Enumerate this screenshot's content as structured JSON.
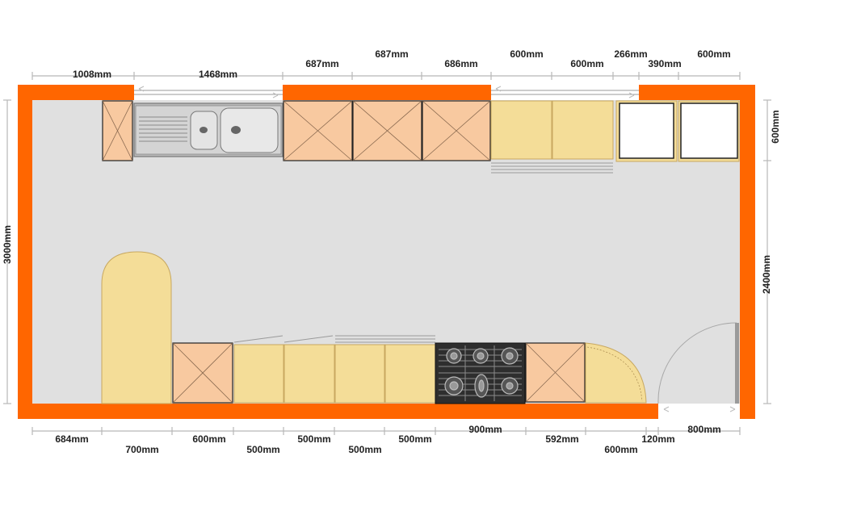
{
  "colors": {
    "wall": "#ff6600",
    "floor": "#e0e0e0",
    "base_cabinet": "#f8c9a0",
    "wall_cabinet": "#f4dd98",
    "appliance_white": "#ffffff",
    "sink_metal": "#c8c8c8",
    "hob": "#333333"
  },
  "dimensions": {
    "top_row_1": [
      "1008mm",
      "1468mm",
      "687mm",
      "686mm",
      "600mm",
      "390mm"
    ],
    "top_row_2": [
      "687mm",
      "600mm",
      "266mm",
      "600mm"
    ],
    "bottom_row_1": [
      "684mm",
      "600mm",
      "500mm",
      "900mm",
      "592mm",
      "120mm",
      "800mm"
    ],
    "bottom_row_2": [
      "700mm",
      "500mm",
      "500mm",
      "500mm",
      "600mm"
    ],
    "left_height": "3000mm",
    "right_top": "600mm",
    "right_bottom": "2400mm"
  }
}
